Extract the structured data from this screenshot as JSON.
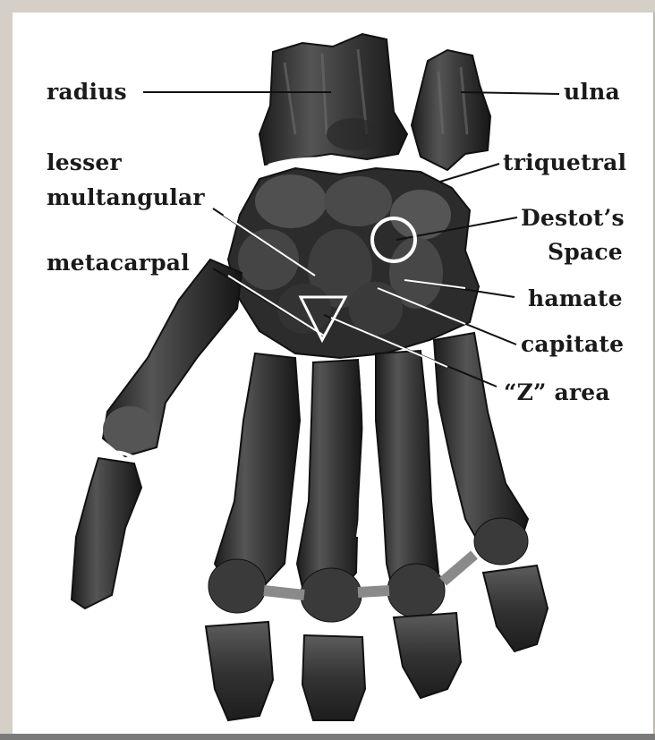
{
  "labels": {
    "radius": "radius",
    "ulna": "ulna",
    "lesser_line1": "lesser",
    "lesser_line2": "multangular",
    "triquetral": "triquetral",
    "destots_line1": "Destot’s",
    "destots_line2": "Space",
    "metacarpal": "metacarpal",
    "hamate": "hamate",
    "capitate": "capitate",
    "z_area": "“Z” area"
  },
  "colors": {
    "bone": "#3a3a3a",
    "bone_light": "#6e6e6e",
    "bone_dark": "#1e1e1e",
    "background": "#ffffff",
    "window": "#d4d0c8",
    "marker": "#ffffff"
  }
}
